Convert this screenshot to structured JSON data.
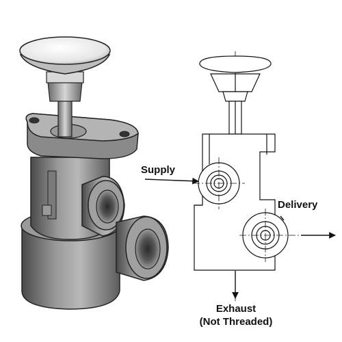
{
  "labels": {
    "supply": "Supply",
    "delivery": "Delivery",
    "exhaust": "Exhaust",
    "exhaust_note": "(Not Threaded)"
  },
  "colors": {
    "body_dark": "#5a5a5a",
    "body_mid": "#8c8c8c",
    "body_light": "#c8c8c8",
    "outline": "#222222",
    "knob": "#eeeeee"
  }
}
